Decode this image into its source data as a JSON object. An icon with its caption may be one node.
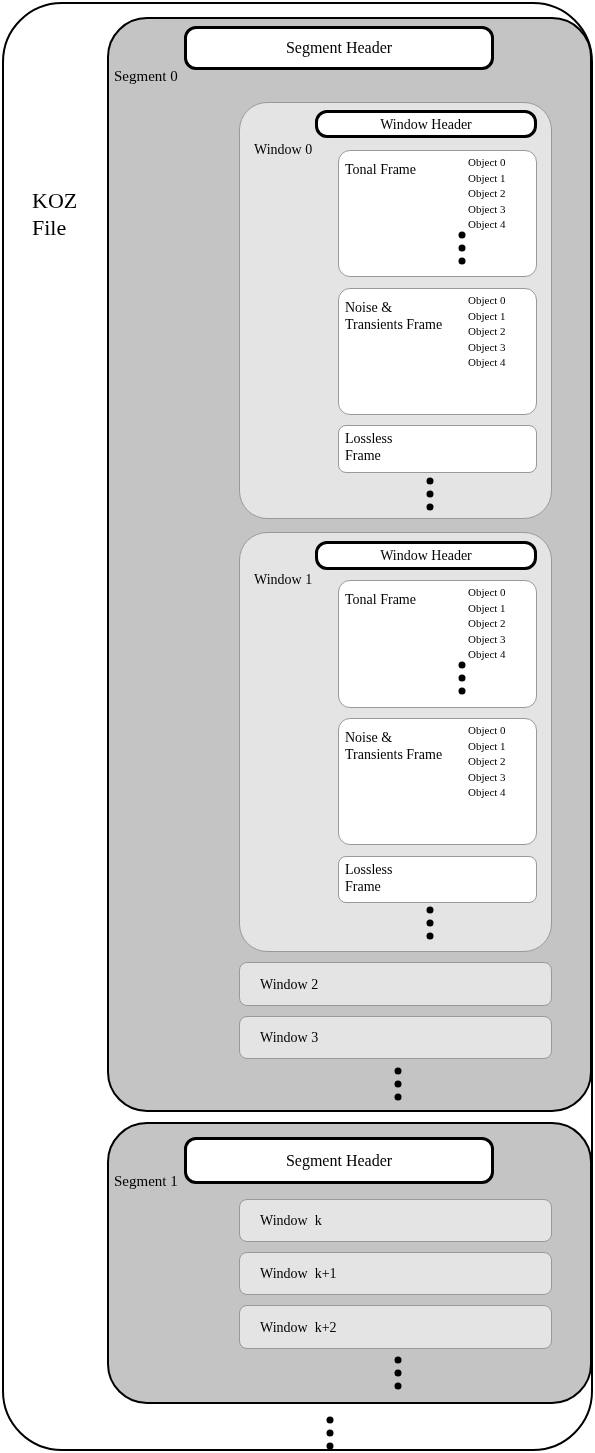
{
  "diagram": {
    "nodes": [
      {
        "text": [
          "KOZ File"
        ]
      },
      {
        "text": [
          "Segment 0"
        ],
        "in": 0
      },
      {
        "text": [
          "Segment Header"
        ],
        "in": 1
      },
      {
        "text": [
          "Window 0"
        ],
        "in": 1
      },
      {
        "text": [
          "Window Header"
        ],
        "in": 3
      },
      {
        "text": [
          "Tonal Frame",
          "Object 0",
          "Object 1",
          "Object 2",
          "Object 3",
          "Object 4"
        ],
        "in": 3
      },
      {
        "text": [
          "Noise & Transients Frame",
          "Object 0",
          "Object 1",
          "Object 2",
          "Object 3",
          "Object 4"
        ],
        "in": 3
      },
      {
        "text": [
          "Lossless Frame"
        ],
        "in": 3
      },
      {
        "text": [
          "Window 1"
        ],
        "in": 1
      },
      {
        "text": [
          "Window Header"
        ],
        "in": 8
      },
      {
        "text": [
          "Tonal Frame",
          "Object 0",
          "Object 1",
          "Object 2",
          "Object 3",
          "Object 4"
        ],
        "in": 8
      },
      {
        "text": [
          "Noise & Transients Frame",
          "Object 0",
          "Object 1",
          "Object 2",
          "Object 3",
          "Object 4"
        ],
        "in": 8
      },
      {
        "text": [
          "Lossless Frame"
        ],
        "in": 8
      },
      {
        "text": [
          "Window 2"
        ],
        "in": 1
      },
      {
        "text": [
          "Window 3"
        ],
        "in": 1
      },
      {
        "text": [
          "Segment 1"
        ],
        "in": 0
      },
      {
        "text": [
          "Segment Header"
        ],
        "in": 15
      },
      {
        "text": [
          "Window  k"
        ],
        "in": 15
      },
      {
        "text": [
          "Window  k+1"
        ],
        "in": 15
      },
      {
        "text": [
          "Window  k+2"
        ],
        "in": 15
      }
    ]
  }
}
